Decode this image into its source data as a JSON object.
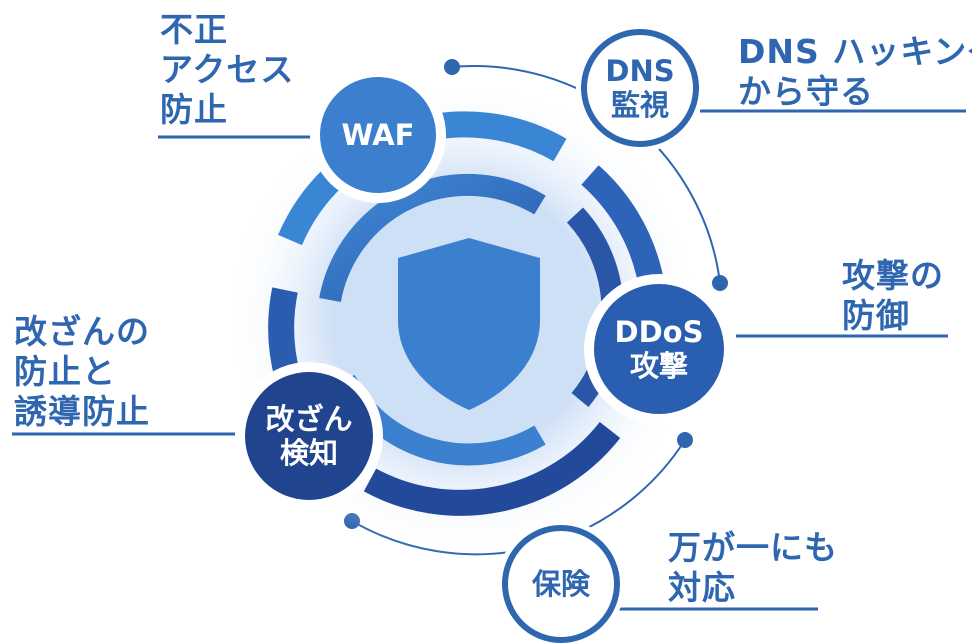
{
  "colors": {
    "primary": "#2f66b0",
    "ring_light": "#3a86d4",
    "ring_mid": "#2d63b8",
    "ring_dark": "#23499a",
    "node_waf": "#3c7fcf",
    "node_ddos": "#2a5eb0",
    "node_kaizan": "#21448f",
    "node_outline_fill": "#ffffff",
    "line": "#2f66b0",
    "glow": "#c9dcf5"
  },
  "center_icon": "shield-icon",
  "nodes": {
    "waf": {
      "lines": [
        "WAF"
      ]
    },
    "dns": {
      "lines": [
        "DNS",
        "監視"
      ]
    },
    "ddos": {
      "lines": [
        "DDoS",
        "攻撃"
      ]
    },
    "kaizan": {
      "lines": [
        "改ざん",
        "検知"
      ]
    },
    "hoken": {
      "lines": [
        "保険"
      ]
    }
  },
  "labels": {
    "waf": {
      "lines": [
        "不正",
        "アクセス",
        "防止"
      ]
    },
    "dns": {
      "lines": [
        "DNS ハッキング",
        "から守る"
      ]
    },
    "ddos": {
      "lines": [
        "攻撃の",
        "防御"
      ]
    },
    "kaizan": {
      "lines": [
        "改ざんの",
        "防止と",
        "誘導防止"
      ]
    },
    "hoken": {
      "lines": [
        "万が一にも",
        "対応"
      ]
    }
  }
}
